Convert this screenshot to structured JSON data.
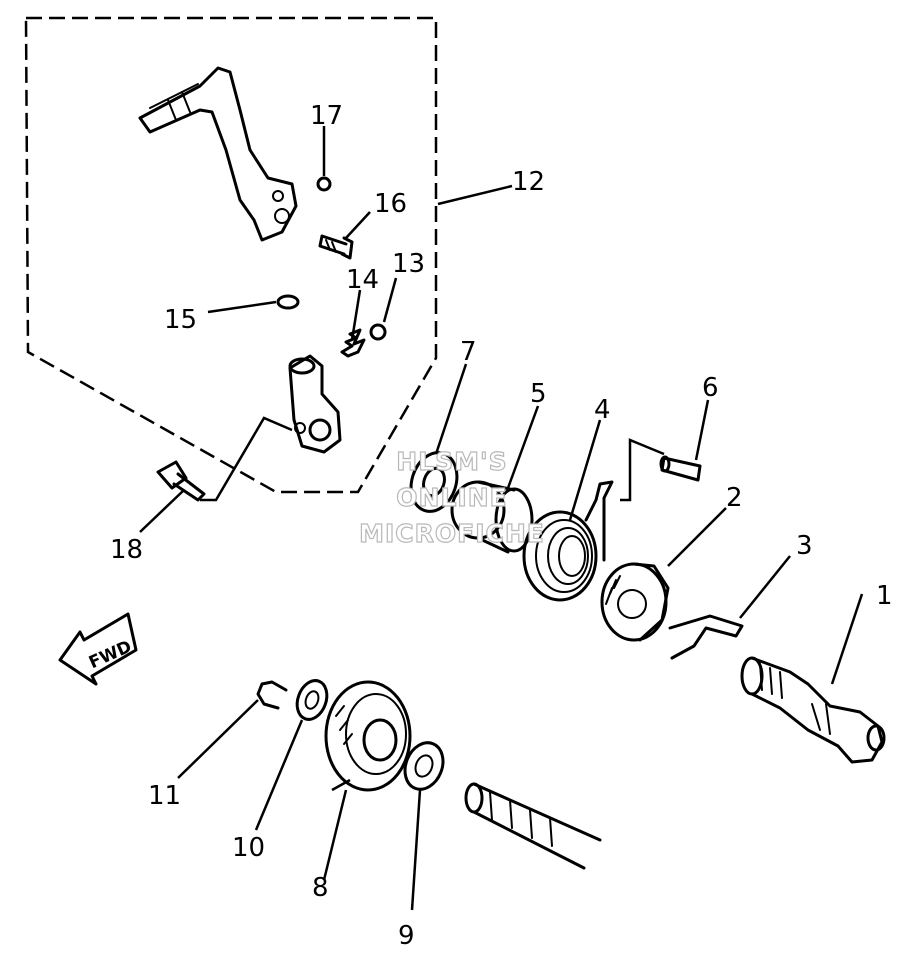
{
  "callouts": {
    "c1": "1",
    "c2": "2",
    "c3": "3",
    "c4": "4",
    "c5": "5",
    "c6": "6",
    "c7": "7",
    "c8": "8",
    "c9": "9",
    "c10": "10",
    "c11": "11",
    "c12": "12",
    "c13": "13",
    "c14": "14",
    "c15": "15",
    "c16": "16",
    "c17": "17",
    "c18": "18"
  },
  "direction_label": "FWD",
  "watermark": {
    "line1": "HLSM'S",
    "line2": "ONLINE",
    "line3": "MICROFICHE"
  }
}
